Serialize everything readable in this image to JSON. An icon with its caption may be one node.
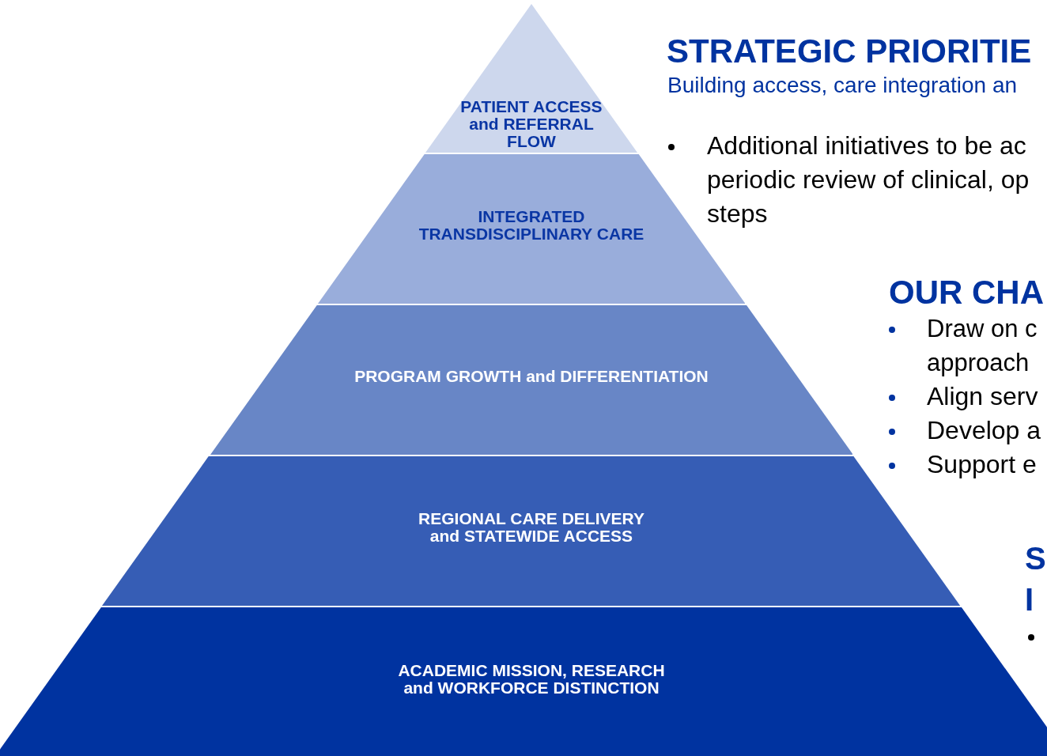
{
  "diagram": {
    "nodes": [
      {
        "text": [
          "PATIENT ACCESS and REFERRAL FLOW"
        ]
      },
      {
        "text": [
          "INTEGRATED TRANSDISCIPLINARY CARE"
        ]
      },
      {
        "text": [
          "PROGRAM GROWTH and DIFFERENTIATION"
        ]
      },
      {
        "text": [
          "REGIONAL CARE DELIVERY and STATEWIDE ACCESS"
        ]
      },
      {
        "text": [
          "ACADEMIC MISSION, RESEARCH and WORKFORCE DISTINCTION"
        ]
      }
    ],
    "labels": [
      "STRATEGIC PRIORITIE",
      "Building access, care integration an",
      "Additional initiatives to be ac periodic review of clinical, op steps",
      "OUR CHA",
      "Draw on c approach",
      "Align serv",
      "Develop a",
      "Support e",
      "S I"
    ]
  }
}
